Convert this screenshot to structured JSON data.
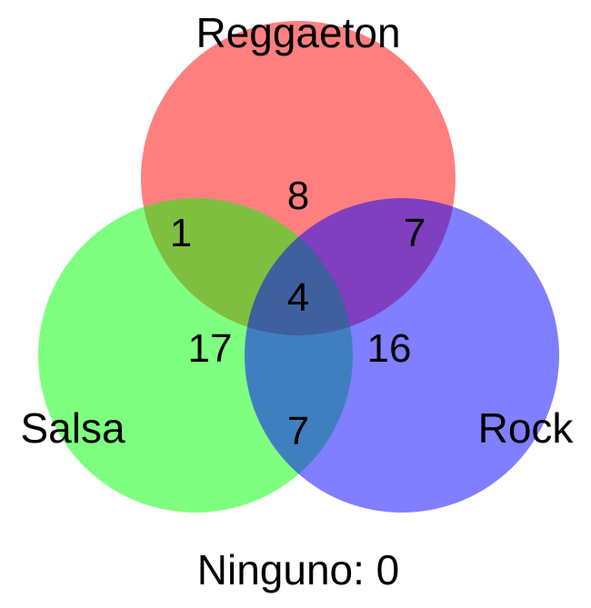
{
  "sets": [
    {
      "id": "reggaeton",
      "label": "Reggaeton",
      "color": "#ff0000"
    },
    {
      "id": "salsa",
      "label": "Salsa",
      "color": "#00ff00"
    },
    {
      "id": "rock",
      "label": "Rock",
      "color": "#0000ff"
    }
  ],
  "regions": {
    "reggaeton_only": "8",
    "reggaeton_salsa": "1",
    "reggaeton_rock": "7",
    "all_three": "4",
    "salsa_only": "17",
    "rock_only": "16",
    "salsa_rock": "7"
  },
  "footer": {
    "none_text": "Ninguno: 0"
  }
}
